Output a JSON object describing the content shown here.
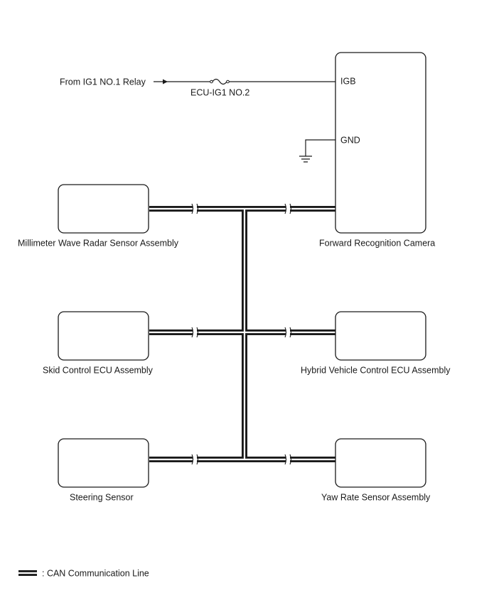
{
  "power": {
    "source_label": "From IG1 NO.1 Relay",
    "fuse_label": "ECU-IG1 NO.2"
  },
  "camera": {
    "name": "Forward Recognition Camera",
    "pin_igb": "IGB",
    "pin_gnd": "GND"
  },
  "modules": {
    "radar": "Millimeter Wave Radar Sensor Assembly",
    "skid": "Skid Control ECU Assembly",
    "hybrid": "Hybrid Vehicle Control ECU Assembly",
    "steering": "Steering Sensor",
    "yaw": "Yaw Rate Sensor Assembly"
  },
  "legend": {
    "label": ": CAN Communication Line"
  }
}
